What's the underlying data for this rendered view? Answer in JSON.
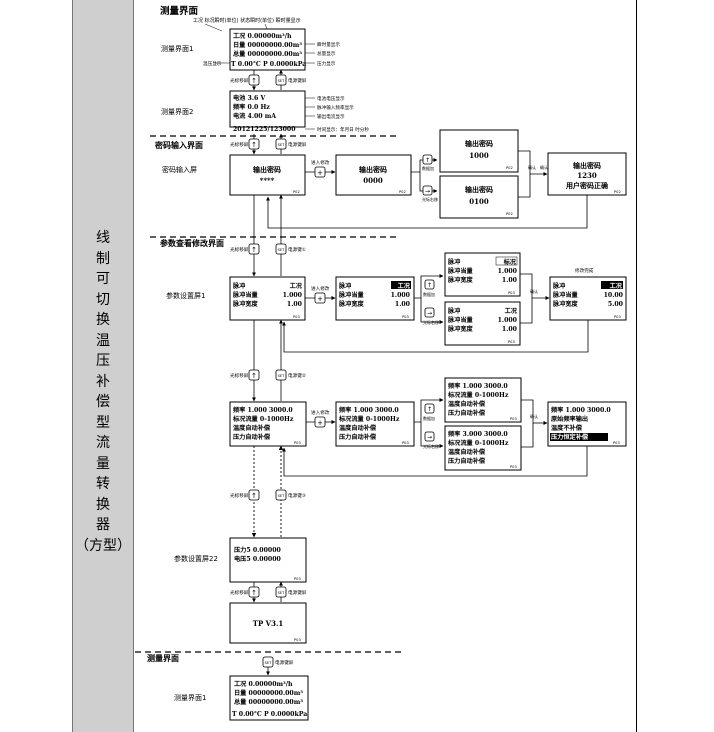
{
  "sidebar": {
    "title_chars": [
      "线",
      "制",
      "可",
      "切",
      "换",
      "温",
      "压",
      "补",
      "偿",
      "型",
      "流",
      "量",
      "转",
      "换",
      "器",
      "（方型）"
    ]
  },
  "sections": {
    "measure_top": "测量界面",
    "password": "密码输入界面",
    "params": "参数查看修改界面",
    "measure_bottom": "测量界面"
  },
  "side_labels": {
    "measure1": "测量界面1",
    "measure2": "测量界面2",
    "password_screen": "密码输入屏",
    "param1": "参数设置屏1",
    "param22": "参数设置屏22",
    "measure1_bottom": "测量界面1"
  },
  "annotations": {
    "top_legend": "工况 标况瞬时(单位) 状态瞬时(单位) 瞬时量显示",
    "instant": "瞬时量显示",
    "total": "总量显示",
    "total2": "总量显示",
    "temp_pressure": "温压显示",
    "temp_pressure2": "压力显示",
    "battery": "电池电压显示",
    "freq": "脉冲输入频率显示",
    "current": "输出电流显示",
    "datetime": "时间显示：年月日 时分秒",
    "cycle": "光标移屏",
    "set": "电源键屏",
    "set_1": "电源键①",
    "set_2": "电源键②",
    "set_3": "电源键③",
    "enter_digit": "进入修改",
    "digit_add": "数据加",
    "digit_shift": "光标右移",
    "confirm": "确认",
    "done": "修改完成",
    "ok": "确认"
  },
  "keys": {
    "up": "↑",
    "set": "SET",
    "plus": "+",
    "right": "→"
  },
  "screens": {
    "m1": {
      "l1": "工况    0.00000m³/h",
      "l2": "日量   00000000.00m³",
      "l3": "总量   00000000.00m³",
      "l4": "T 0.00°C P 0.0000kPa"
    },
    "m2": {
      "l1": "电池        3.6      V",
      "l2": "频率        0.0      Hz",
      "l3": "电流       4.00     mA",
      "l4": "20121225/123000"
    },
    "pw1": {
      "l1": "输出密码",
      "l2": "****"
    },
    "pw2": {
      "l1": "输出密码",
      "l2": "0000"
    },
    "pw3": {
      "l1": "输出密码",
      "l2": "1000"
    },
    "pw4": {
      "l1": "输出密码",
      "l2": "0100"
    },
    "pw5": {
      "l1": "输出密码",
      "l2": "1230",
      "l3": "用户密码正确"
    },
    "p1": {
      "l1": "脉冲",
      "l1r": "工况",
      "l2": "脉冲当量",
      "l2r": "1.000",
      "l3": "脉冲宽度",
      "l3r": "1.00"
    },
    "p1a": {
      "l1": "脉冲",
      "l1r": "工况",
      "l2": "脉冲当量",
      "l2r": "1.000",
      "l3": "脉冲宽度",
      "l3r": "1.00"
    },
    "p1b": {
      "l1": "脉冲",
      "l1r": "标况",
      "l2": "脉冲当量",
      "l2r": "1.000",
      "l3": "脉冲宽度",
      "l3r": "1.00"
    },
    "p1c": {
      "l1": "脉冲",
      "l1r": "工况",
      "l2": "脉冲当量",
      "l2r": "1.000",
      "l3": "脉冲宽度",
      "l3r": "1.00"
    },
    "p1d": {
      "l1": "脉冲",
      "l1r": "工况",
      "l2": "脉冲当量",
      "l2r": "10.00",
      "l3": "脉冲宽度",
      "l3r": "5.00"
    },
    "p2": {
      "l1": "频率  1.000  3000.0",
      "l2": "标况流量  0-1000Hz",
      "l3": "温度自动补偿",
      "l4": "压力自动补偿"
    },
    "p2a": {
      "l1": "频率  1.000  3000.0",
      "l2": "标况流量  0-1000Hz",
      "l3": "温度自动补偿",
      "l4": "压力自动补偿"
    },
    "p2b": {
      "l1": "频率  1.000  3000.0",
      "l2": "标况流量  0-1000Hz",
      "l3": "温度自动补偿",
      "l4": "压力自动补偿"
    },
    "p2c": {
      "l1": "频率  3.000  3000.0",
      "l2": "标况流量  0-1000Hz",
      "l3": "温度自动补偿",
      "l4": "压力自动补偿"
    },
    "p2d": {
      "l1": "频率  1.000  3000.0",
      "l2": "原始频率输出",
      "l3": "温度不补偿",
      "l4": "压力恒定补偿"
    },
    "p22": {
      "l1": "压力5     0.00000",
      "l2": "电压5     0.00000"
    },
    "ver": {
      "l1": "TP  V3.1"
    },
    "m1b": {
      "l1": "工况    0.00000m³/h",
      "l2": "日量   00000000.00m³",
      "l3": "总量   00000000.00m³",
      "l4": "T 0.00°C P 0.0000kPa"
    },
    "page_nums": {
      "a": "P01",
      "b": "P02",
      "c": "P03"
    }
  }
}
